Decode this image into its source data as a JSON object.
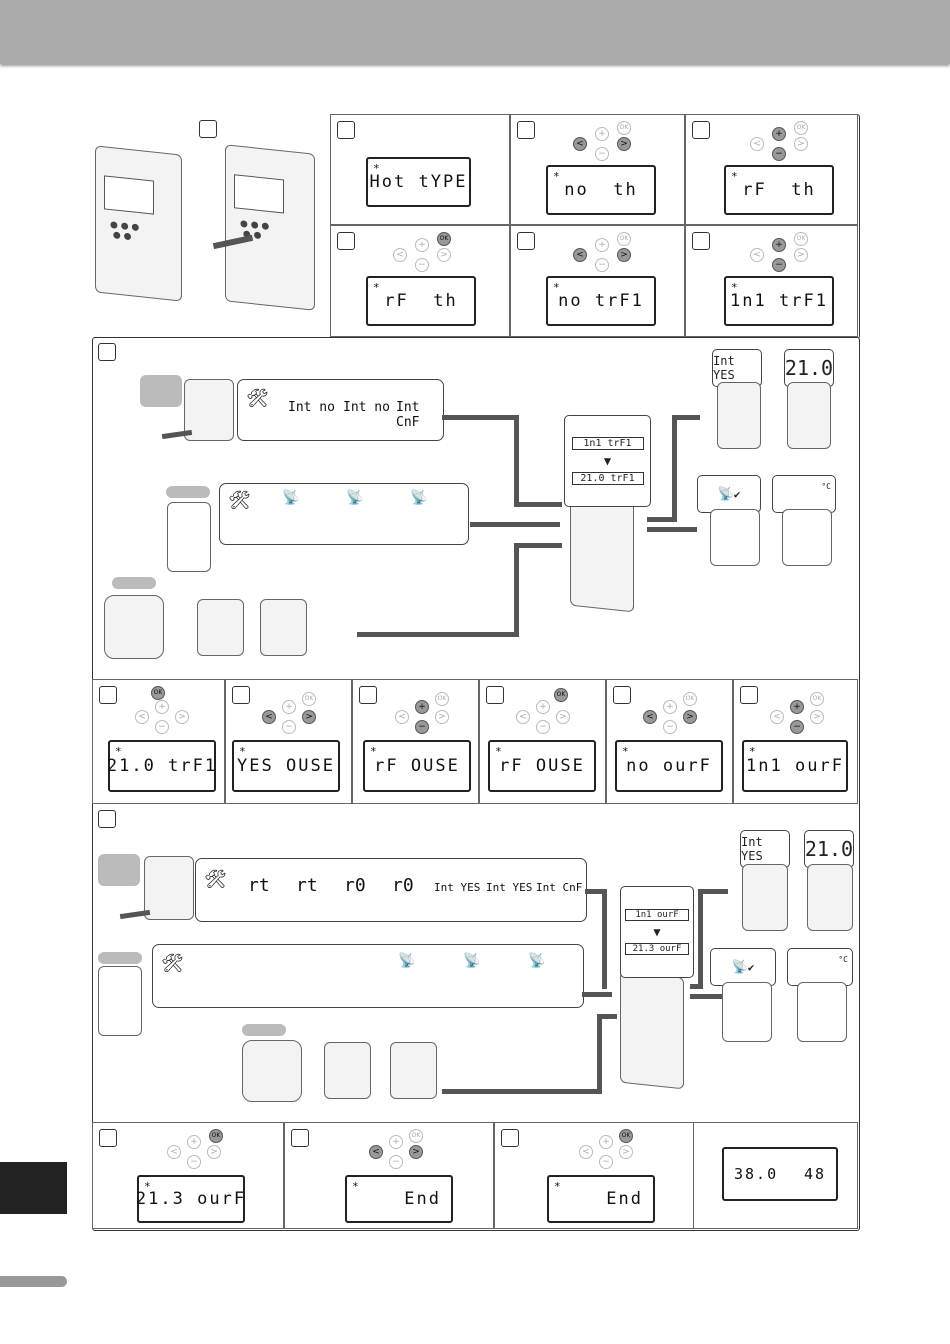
{
  "lcd": {
    "a2": {
      "left": "Hot",
      "right": "tYPE"
    },
    "a3": {
      "left": "no",
      "right": "th"
    },
    "a4": {
      "left": "rF",
      "right": "th"
    },
    "a5": {
      "left": "rF",
      "right": "th"
    },
    "a6": {
      "left": "no",
      "right": "trF1"
    },
    "a7": {
      "left": "1n1",
      "right": "trF1"
    },
    "c1": {
      "left": "21.0",
      "right": "trF1"
    },
    "c2": {
      "left": "YES",
      "right": "OUSE"
    },
    "c3": {
      "left": "rF",
      "right": "OUSE"
    },
    "c4": {
      "left": "rF",
      "right": "OUSE"
    },
    "c5": {
      "left": "no",
      "right": "ourF"
    },
    "c6": {
      "left": "1n1",
      "right": "ourF"
    },
    "e1": {
      "left": "21.3",
      "right": "ourF"
    },
    "e2": {
      "left": "",
      "right": "End"
    },
    "e3": {
      "left": "",
      "right": "End"
    },
    "e4": {
      "left": "38.0",
      "right": "48"
    }
  },
  "section_b": {
    "strip1": [
      "Int no",
      "Int no",
      "Int CnF"
    ],
    "center": [
      "1n1 trF1",
      "21.0 trF1"
    ],
    "bubble_top": "Int YES",
    "display_top": "21.0",
    "unit": "°C"
  },
  "section_d": {
    "strip1": [
      "rt",
      "rt",
      "r0",
      "r0",
      "Int YES",
      "Int YES",
      "Int CnF"
    ],
    "center": [
      "1n1 ourF",
      "21.3 ourF"
    ],
    "bubble_top": "Int YES",
    "display_top": "21.0",
    "unit": "°C"
  },
  "buttons": {
    "ok": "OK",
    "plus": "+",
    "minus": "−",
    "left": "<",
    "right": ">"
  },
  "icons": {
    "tools": "🛠",
    "signal": "📡",
    "check": "✔"
  }
}
